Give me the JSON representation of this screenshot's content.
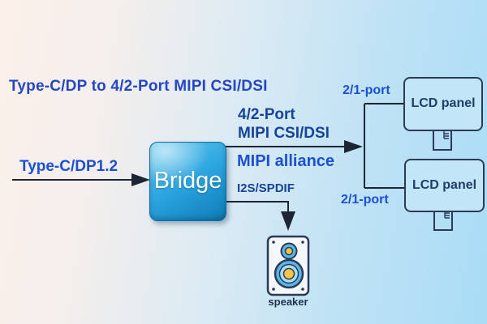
{
  "title": {
    "text": "Type-C/DP to 4/2-Port MIPI CSI/DSI"
  },
  "input_arrow": {
    "label": "Type-C/DP1.2"
  },
  "bridge": {
    "label": "Bridge"
  },
  "mipi_output": {
    "port_line": "4/2-Port",
    "bus_line": "MIPI CSI/DSI",
    "alliance_line": "MIPI alliance"
  },
  "audio_output": {
    "label": "I2S/SPDIF"
  },
  "speaker": {
    "caption": "speaker"
  },
  "lcd_panels": [
    {
      "label": "LCD panel",
      "port": "2/1-port"
    },
    {
      "label": "LCD panel",
      "port": "2/1-port"
    }
  ],
  "colors": {
    "background_left": "#fcf0ea",
    "background_right": "#a9dcf6",
    "title_blue": "#2347c5",
    "bright_blue": "#1b50d5",
    "navy_blue": "#16439b",
    "line_dark": "#1c2533",
    "bridge_blue": "#2aa3de",
    "panel_fill": "#c2e5f7",
    "panel_border": "#2b3a55",
    "speaker_blue": "#58b7e9",
    "speaker_yellow": "#f5c443"
  }
}
